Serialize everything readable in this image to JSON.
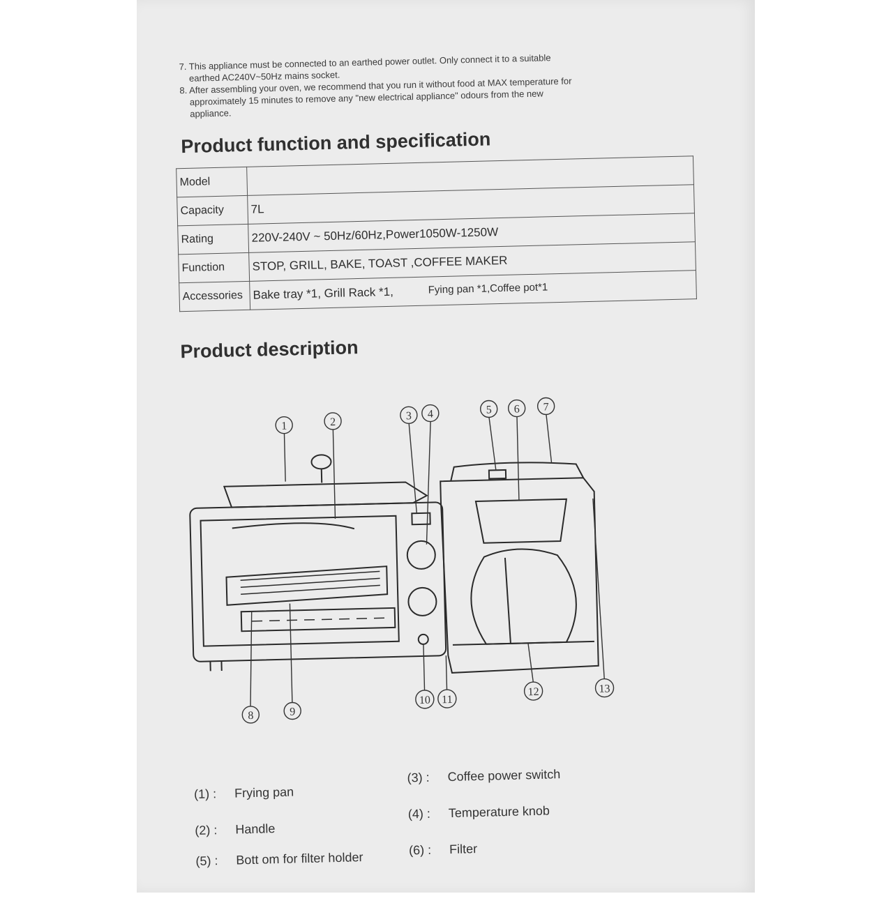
{
  "notes": {
    "item7_line1": "7. This appliance must be connected to an earthed power outlet. Only connect it to a suitable",
    "item7_line2": "earthed AC240V~50Hz mains socket.",
    "item8_line1": "8. After assembling your oven, we recommend that you run it without food at MAX temperature for",
    "item8_line2": "approximately 15 minutes to remove any \"new electrical appliance\" odours from the new",
    "item8_line3": "appliance."
  },
  "spec": {
    "heading": "Product function and specification",
    "rows": [
      {
        "label": "Model",
        "value": ""
      },
      {
        "label": "Capacity",
        "value": "7L"
      },
      {
        "label": "Rating",
        "value": "220V-240V ~ 50Hz/60Hz,Power1050W-1250W"
      },
      {
        "label": "Function",
        "value": "STOP, GRILL, BAKE, TOAST ,COFFEE MAKER"
      },
      {
        "label": "Accessories",
        "value": "Bake tray *1, Grill Rack *1,",
        "value2": "Fying pan *1,Coffee pot*1"
      }
    ]
  },
  "description": {
    "heading": "Product description",
    "callouts": [
      "1",
      "2",
      "3",
      "4",
      "5",
      "6",
      "7",
      "8",
      "9",
      "10",
      "11",
      "12",
      "13"
    ]
  },
  "legend": [
    {
      "num": "(1) :",
      "label": "Frying pan"
    },
    {
      "num": "(3) :",
      "label": "Coffee power switch"
    },
    {
      "num": "(2) :",
      "label": "Handle"
    },
    {
      "num": "(4) :",
      "label": "Temperature knob"
    },
    {
      "num": "(5) :",
      "label": "Bott om for filter  holder"
    },
    {
      "num": "(6) :",
      "label": "Filter"
    }
  ]
}
